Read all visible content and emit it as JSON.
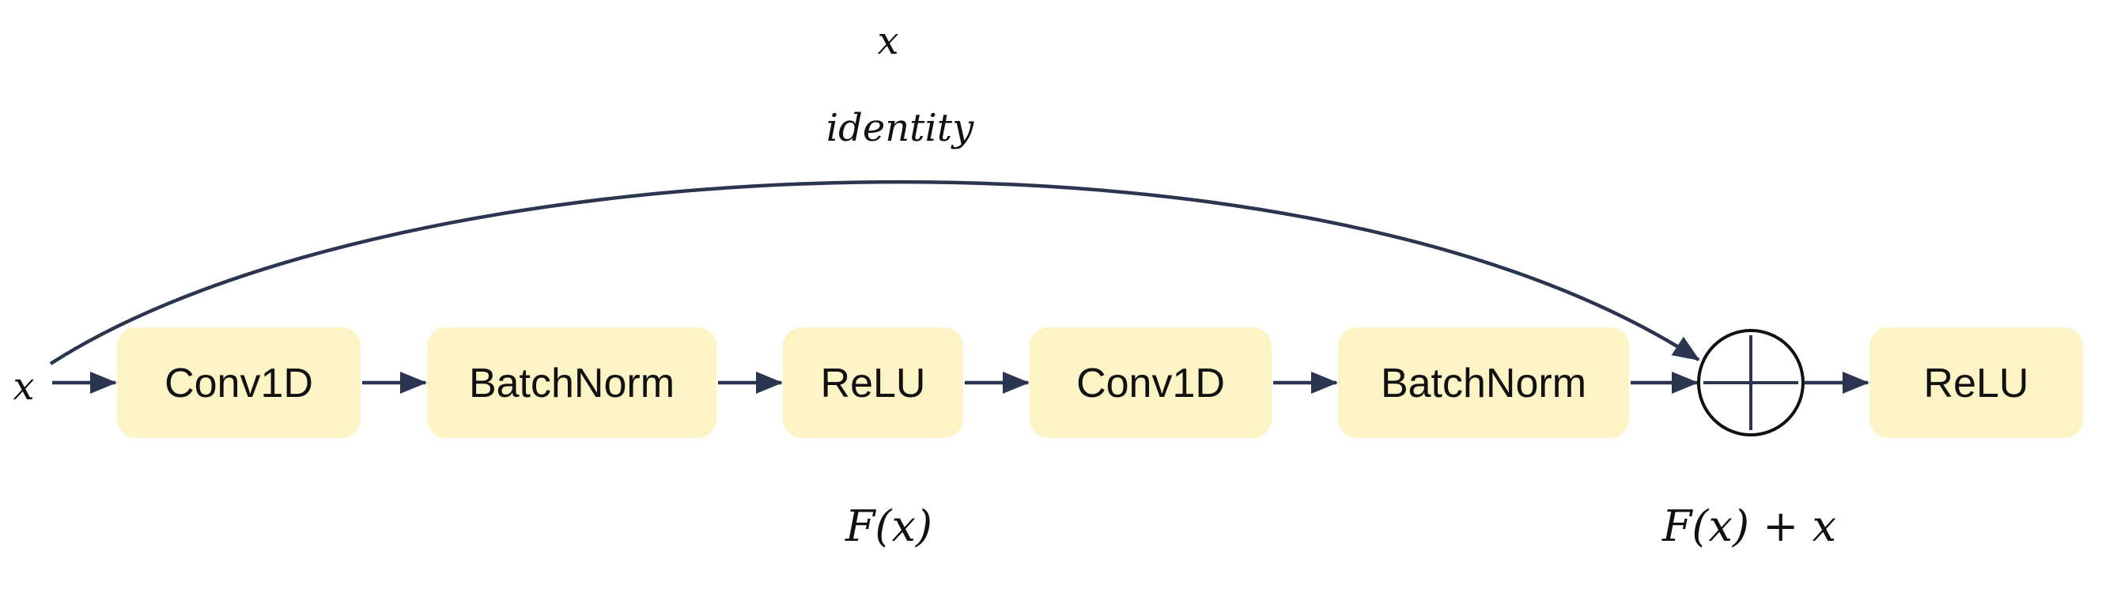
{
  "input_label": "x",
  "skip": {
    "top_label": "x",
    "label": "identity"
  },
  "blocks": [
    {
      "label": "Conv1D"
    },
    {
      "label": "BatchNorm"
    },
    {
      "label": "ReLU"
    },
    {
      "label": "Conv1D"
    },
    {
      "label": "BatchNorm"
    }
  ],
  "sum_node": {
    "icon": "plus-in-circle-icon"
  },
  "output_block": {
    "label": "ReLU"
  },
  "residual_label": "F(x)",
  "output_label": "F(x) + x",
  "colors": {
    "block_fill": "#fdf4c6",
    "arrow": "#2c3550",
    "text": "#111111"
  }
}
